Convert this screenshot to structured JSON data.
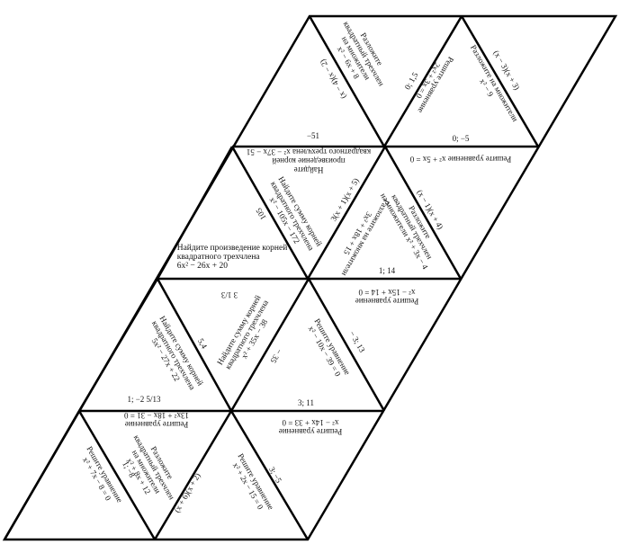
{
  "puzzle": {
    "row1": {
      "t1_right": "(x − 4)(x − 2)",
      "t1_bottom": "−51",
      "t2_left": "Разложите\nквадратный трехчлен\nна множители\nx² − 6x + 8",
      "t2_right": "0; 1,5",
      "t3_left": "Решите уравнение\n2x² + 3x = 0",
      "t3_right": "Разложите на множители\nx² − 9",
      "t3_bottom": "0; −5",
      "t4_left": "(x − 3)(x + 3)"
    },
    "row2": {
      "t5_right": "105",
      "t5_bottom": "Найдите произведение корней\nквадратного трехчлена\n6x² − 26x + 20",
      "t6_top": "Найдите\nпроизведение корней\nквадратного трехчлена x² − 37x − 51",
      "t6_left": "Найдите сумму корней\nквадратного трехчлена\nx² − 105x − 172",
      "t6_right": "3(x + 1)(x + 5)",
      "t7_left": "Разложите на множители\n3x² + 18x + 15",
      "t7_right": "Разложите\nквадратный трехчлен\nна множители x² + 3x − 4",
      "t7_bottom": "1; 14",
      "t8_top": "Решите уравнение x² + 5x = 0",
      "t8_left": "(x − 1)(x + 4)"
    },
    "row3": {
      "t9_right": "5,4",
      "t9_inner": "Найдите сумму корней\nквадратного трехчлена\n5x² − 27x + 22",
      "t9_bottom": "1; −2 5/13",
      "t10_top": "3 1/3",
      "t10_left": "Найдите сумму корней\nквадратного трехчлена\nx² + 35x − 38",
      "t10_right": "− 35",
      "t11_right": "− 3; 13",
      "t11_inner": "Решите уравнение\nx² − 10x − 39 = 0",
      "t11_bottom": "3; 11",
      "t12_top": "Решите уравнение\nx² − 15x + 14 = 0"
    },
    "row4": {
      "t13_right": "1; −8",
      "t13_inner": "Решите уравнение\nx² + 7x − 8 = 0",
      "t14_top": "Решите уравнение\n13x² + 18x − 31 = 0",
      "t14_left": "Разложите\nквадратный трехчлен\nна множители\nx² + 8x + 12",
      "t14_right": "(x + 6)(x + 2)",
      "t15_right": "3; −5",
      "t15_inner": "Решите уравнение\nx² + 2x − 15 = 0",
      "t16_top": "Решите уравнение\nx² − 14x + 33 = 0"
    }
  }
}
